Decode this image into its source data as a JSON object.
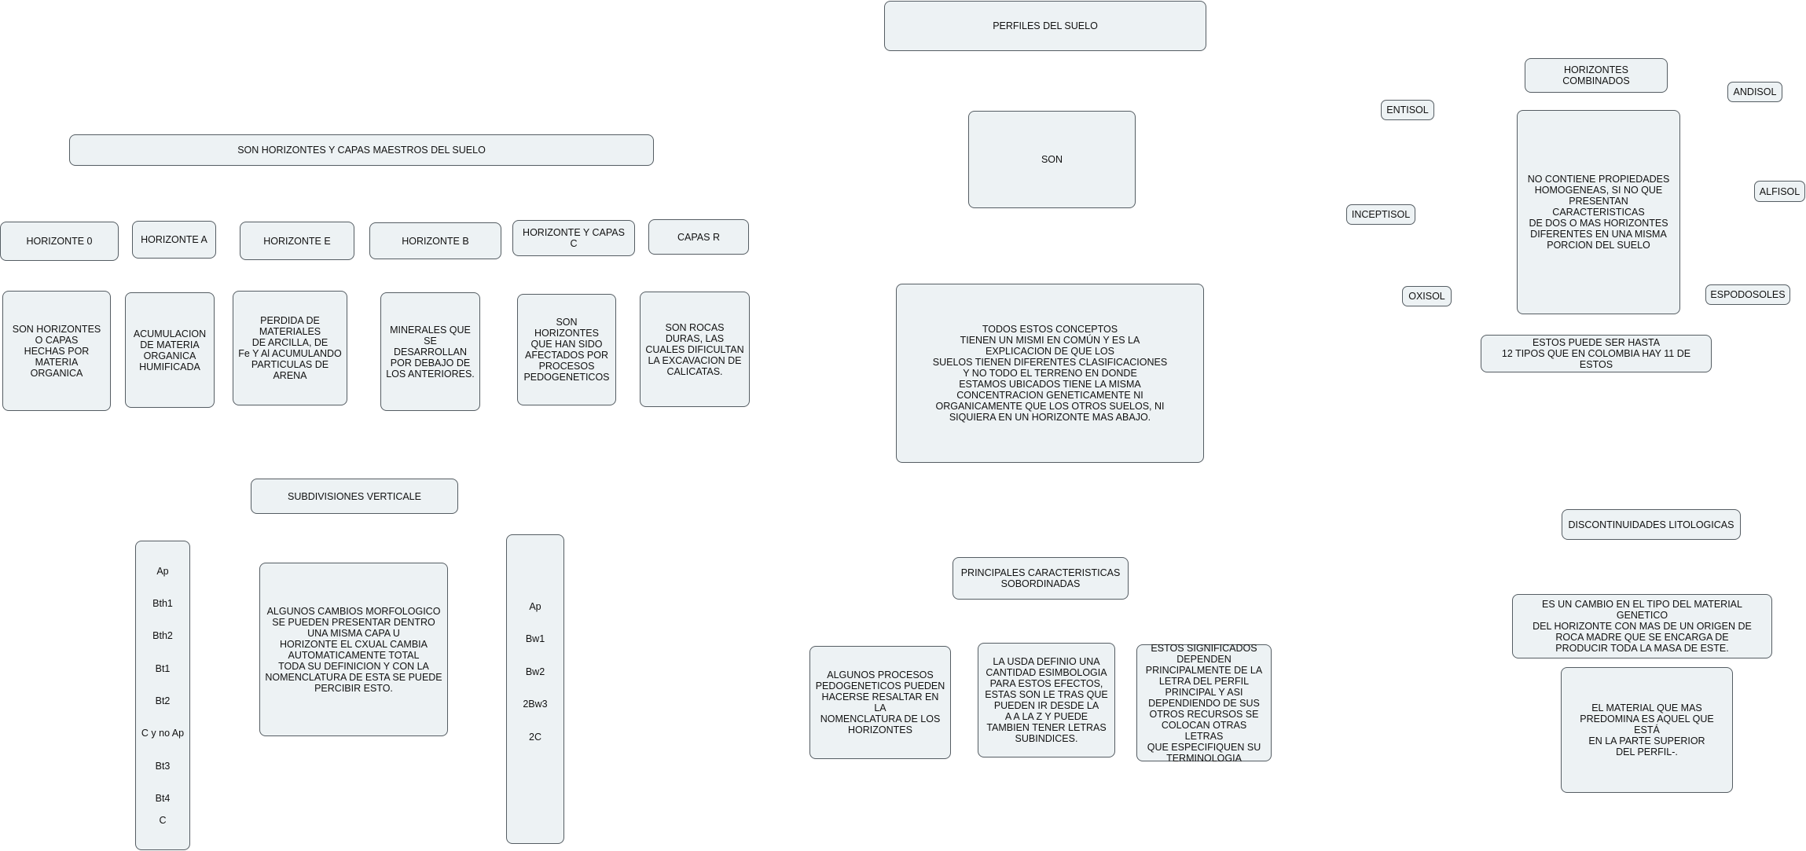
{
  "nodes": {
    "perfiles_del_suelo": "PERFILES DEL SUELO",
    "son": "SON",
    "todos_estos_conceptos": "TODOS ESTOS CONCEPTOS\nTIENEN UN MISMI EN COMÚN Y ES LA\nEXPLICACION DE QUE LOS\nSUELOS TIENEN DIFERENTES CLASIFICACIONES\nY NO TODO EL TERRENO EN DONDE\nESTAMOS UBICADOS TIENE LA MISMA\nCONCENTRACION GENETICAMENTE NI\nORGANICAMENTE QUE LOS OTROS SUELOS, NI\nSIQUIERA EN UN HORIZONTE MAS ABAJO.",
    "principales_caracteristicas": "PRINCIPALES CARACTERISTICAS\nSOBORDINADAS",
    "algunos_procesos": "ALGUNOS PROCESOS\nPEDOGENETICOS PUEDEN\nHACERSE RESALTAR EN LA\nNOMENCLATURA DE LOS\nHORIZONTES",
    "la_usda": "LA USDA DEFINIO UNA\nCANTIDAD ESIMBOLOGIA\nPARA ESTOS EFECTOS,\nESTAS SON LE TRAS QUE\nPUEDEN IR DESDE LA\nA A LA Z Y PUEDE\nTAMBIEN TENER LETRAS\nSUBINDICES.",
    "estos_significados": "ESTOS SIGNIFICADOS\nDEPENDEN\nPRINCIPALMENTE DE LA\nLETRA DEL PERFIL\nPRINCIPAL Y ASI\nDEPENDIENDO DE SUS\nOTROS RECURSOS SE\nCOLOCAN OTRAS LETRAS\nQUE ESPECIFIQUEN SU\nTERMINOLOGIA",
    "son_horizontes_capas_maestros": "SON HORIZONTES Y CAPAS MAESTROS DEL SUELO",
    "horizonte_0": "HORIZONTE 0",
    "horizonte_a": "HORIZONTE A",
    "horizonte_e": "HORIZONTE E",
    "horizonte_b": "HORIZONTE B",
    "horizonte_y_capas_c": "HORIZONTE Y CAPAS C",
    "capas_r": "CAPAS R",
    "desc_0": "SON HORIZONTES\nO CAPAS\nHECHAS POR\nMATERIA ORGANICA",
    "desc_a": "ACUMULACION\nDE MATERIA\nORGANICA\nHUMIFICADA",
    "desc_e": "PERDIDA DE\nMATERIALES\nDE ARCILLA, DE\nFe Y Al ACUMULANDO\nPARTICULAS DE\nARENA",
    "desc_b": "MINERALES QUE\nSE DESARROLLAN\nPOR DEBAJO DE\nLOS ANTERIORES.",
    "desc_c": "SON HORIZONTES\nQUE HAN SIDO\nAFECTADOS POR\nPROCESOS\nPEDOGENETICOS",
    "desc_r": "SON ROCAS\nDURAS, LAS\nCUALES DIFICULTAN\nLA EXCAVACION DE\nCALICATAS.",
    "subdivisiones": "SUBDIVISIONES VERTICALE",
    "algunos_cambios": "ALGUNOS CAMBIOS MORFOLOGICO\nSE PUEDEN PRESENTAR DENTRO\nUNA MISMA CAPA U\nHORIZONTE EL CXUAL CAMBIA\nAUTOMATICAMENTE TOTAL\nTODA SU DEFINICION Y CON LA\nNOMENCLATURA DE ESTA SE PUEDE\nPERCIBIR ESTO.",
    "horizontes_combinados": "HORIZONTES COMBINADOS",
    "no_contiene": "NO CONTIENE PROPIEDADES\nHOMOGENEAS, SI NO QUE\nPRESENTAN CARACTERISTICAS\nDE DOS O MAS HORIZONTES\nDIFERENTES EN UNA MISMA\nPORCION DEL SUELO",
    "estos_puede_ser": "ESTOS PUEDE SER HASTA\n12 TIPOS QUE EN COLOMBIA HAY 11 DE ESTOS",
    "entisol": "ENTISOL",
    "inceptisol": "INCEPTISOL",
    "oxisol": "OXISOL",
    "andisol": "ANDISOL",
    "alfisol": "ALFISOL",
    "espodosoles": "ESPODOSOLES",
    "discontinuidades": "DISCONTINUIDADES LITOLOGICAS",
    "es_un_cambio": "ES UN CAMBIO EN EL TIPO DEL MATERIAL GENETICO\nDEL HORIZONTE CON MAS DE UN ORIGEN DE\nROCA MADRE QUE SE ENCARGA DE\nPRODUCIR TODA LA MASA DE ESTE.",
    "el_material": "EL MATERIAL QUE MAS\nPREDOMINA ES AQUEL QUE ESTÁ\nEN LA PARTE SUPERIOR\nDEL PERFIL-."
  },
  "stack_left": [
    "Ap",
    "Bth1",
    "Bth2",
    "Bt1",
    "Bt2",
    "C y no Ap",
    "Bt3",
    "Bt4",
    "C"
  ],
  "stack_right": [
    "Ap",
    "Bw1",
    "Bw2",
    "2Bw3",
    "2C"
  ]
}
